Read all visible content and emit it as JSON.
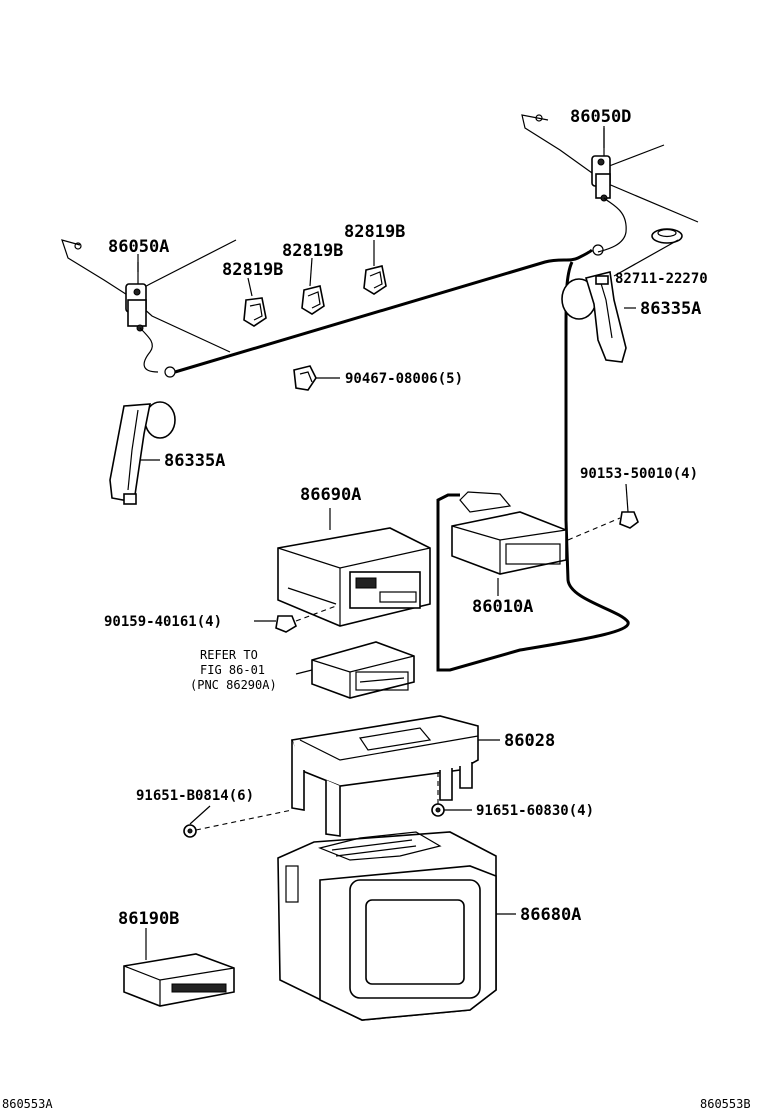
{
  "labels": {
    "p86050D": "86050D",
    "p86050A": "86050A",
    "p82819B_1": "82819B",
    "p82819B_2": "82819B",
    "p82819B_3": "82819B",
    "p82711": "82711-22270",
    "p86335A_right": "86335A",
    "p90467": "90467-08006(5)",
    "p86335A_left": "86335A",
    "p90153": "90153-50010(4)",
    "p86690A": "86690A",
    "p90159": "90159-40161(4)",
    "p86010A": "86010A",
    "refer_line1": "REFER TO",
    "refer_line2": "FIG 86-01",
    "refer_line3": "(PNC 86290A)",
    "p86028": "86028",
    "p91651_b": "91651-B0814(6)",
    "p91651_6": "91651-60830(4)",
    "p86190B": "86190B",
    "p86680A": "86680A"
  },
  "footer": {
    "left_code": "860553A",
    "right_code": "860553B"
  }
}
